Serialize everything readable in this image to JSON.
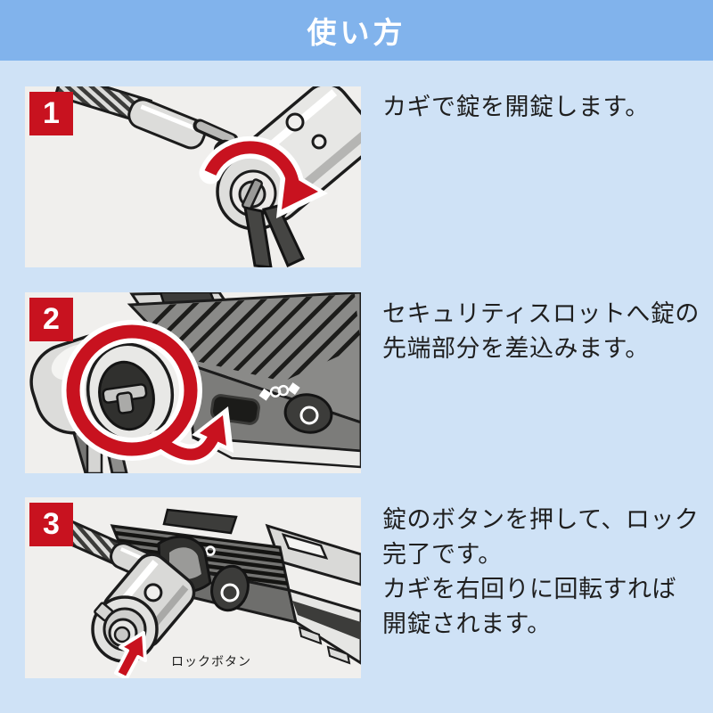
{
  "header": {
    "title": "使い方"
  },
  "colors": {
    "header_bg": "#81b3ec",
    "page_bg": "#cfe2f6",
    "panel_bg": "#f0efed",
    "accent_red": "#c8121f",
    "step_badge_bg": "#c8121f",
    "caption_text": "#1f1f1f"
  },
  "steps": [
    {
      "number": "1",
      "caption": "カギで錠を開錠します。",
      "illustration": "key-turning-in-lock-with-rotation-arrow"
    },
    {
      "number": "2",
      "caption": "セキュリティスロットへ錠の\n先端部分を差込みます。",
      "illustration": "lock-tip-circled-pointing-at-laptop-security-slot"
    },
    {
      "number": "3",
      "caption": "錠のボタンを押して、ロック\n完了です。\nカギを右回りに回転すれば\n開錠されます。",
      "illustration": "lock-attached-to-laptop-press-lock-button",
      "annotation": "ロックボタン"
    }
  ]
}
